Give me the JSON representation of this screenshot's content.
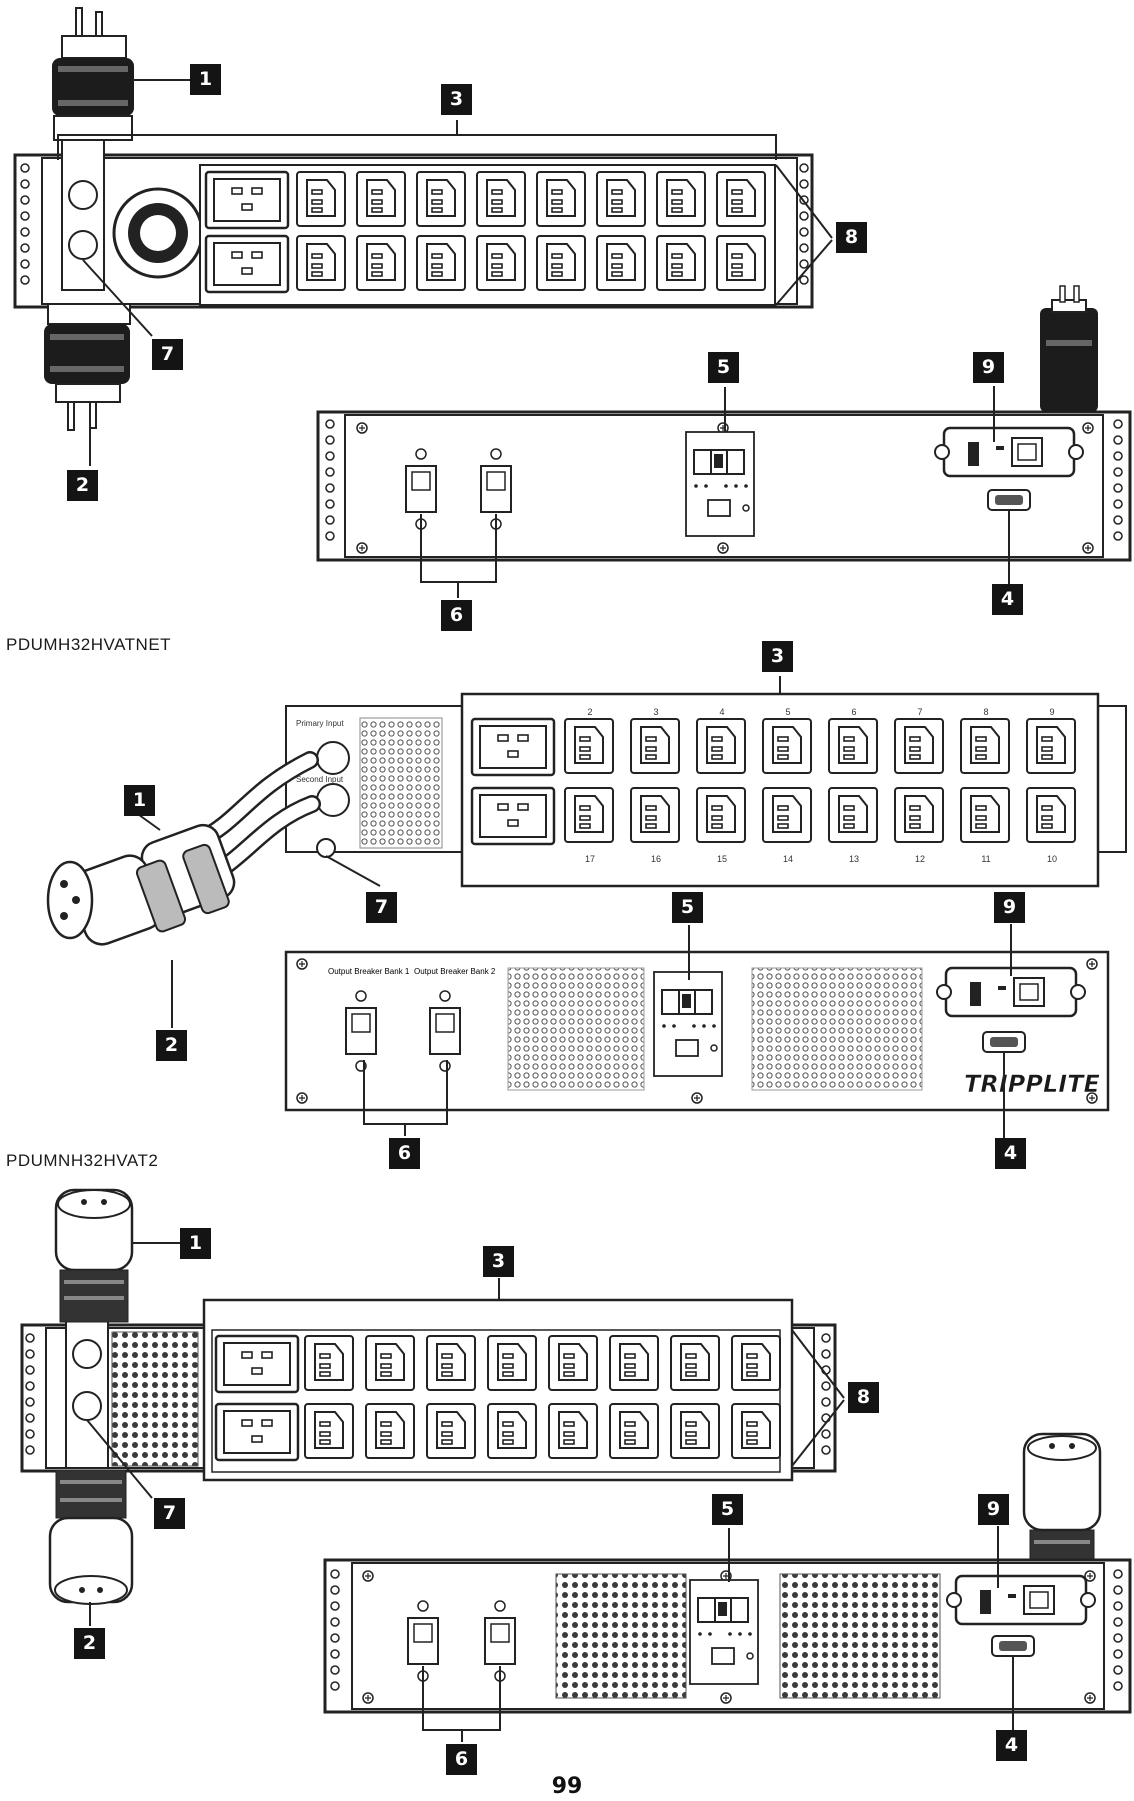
{
  "models": [
    "PDUMH32HVATNET",
    "PDUMNH32HVAT2"
  ],
  "callouts": [
    "1",
    "2",
    "3",
    "4",
    "5",
    "6",
    "7",
    "8",
    "9"
  ],
  "brand_logo": "TRIPPLITE",
  "mid_panel_labels": {
    "primary_input": "Primary Input",
    "secondary_input": "Second Input",
    "breaker_1": "Output Breaker Bank 1",
    "breaker_2": "Output Breaker Bank 2",
    "top_outlets": [
      "2",
      "3",
      "4",
      "5",
      "6",
      "7",
      "8",
      "9"
    ],
    "bottom_outlets": [
      "17",
      "16",
      "15",
      "14",
      "13",
      "12",
      "11",
      "10"
    ]
  },
  "page_number": "99"
}
